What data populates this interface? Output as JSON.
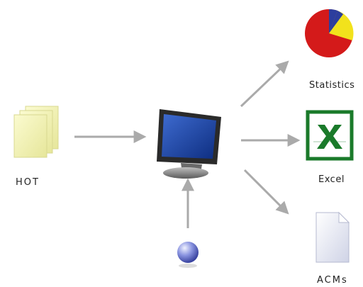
{
  "nodes": {
    "source": {
      "label": "HOT"
    },
    "center": {
      "label": ""
    },
    "input": {
      "label": ""
    },
    "statistics": {
      "label": "Statistics"
    },
    "excel": {
      "label": "Excel"
    },
    "acms": {
      "label": "ACMs"
    }
  },
  "colors": {
    "arrow": "#aaaaaa",
    "paper": "#f0f0b0",
    "pie_red": "#d41a1a",
    "pie_yellow": "#f2e21c",
    "pie_blue": "#2c3e9e",
    "excel_green": "#1a7a2a",
    "monitor_screen": "#1f4aa8",
    "sphere": "#8a94e0"
  },
  "icons": [
    "documents-icon",
    "monitor-icon",
    "sphere-icon",
    "pie-chart-icon",
    "excel-icon",
    "document-icon"
  ]
}
